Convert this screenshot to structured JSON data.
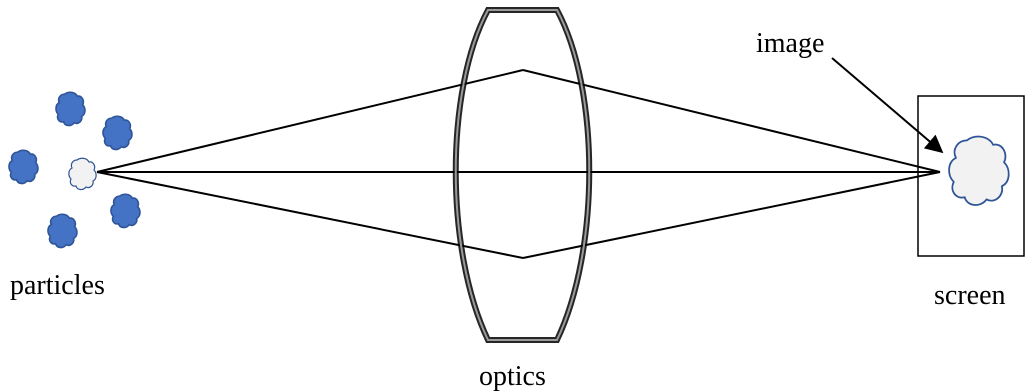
{
  "labels": {
    "particles": "particles",
    "optics": "optics",
    "screen": "screen",
    "image": "image"
  },
  "colors": {
    "particle_fill": "#4472C4",
    "particle_stroke": "#2F5597",
    "source_particle_fill": "#F2F2F2",
    "source_particle_stroke": "#2F5597",
    "image_fill": "#F2F2F2",
    "image_stroke": "#2F5597",
    "lines": "#000000",
    "lens_stroke": "#000000"
  },
  "icons": {
    "particle": "cloud-icon",
    "image": "cloud-icon"
  }
}
